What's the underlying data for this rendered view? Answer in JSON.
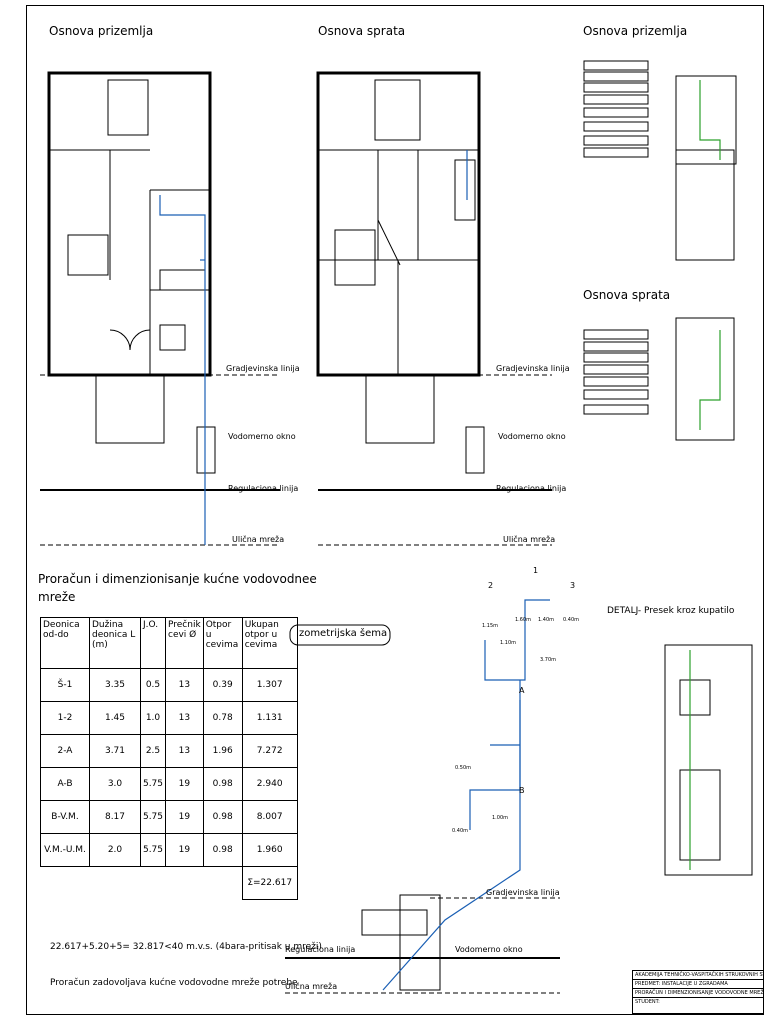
{
  "views": {
    "ground_floor_title": "Osnova prizemlja",
    "upper_floor_title": "Osnova sprata",
    "detail_ground_title": "Osnova prizemlja",
    "detail_upper_title": "Osnova sprata"
  },
  "site_lines": {
    "building_line": "Gradjevinska linija",
    "water_meter": "Vodomerno okno",
    "regulation_line": "Regulaciona linija",
    "street_network": "Ulična mreža"
  },
  "calculation": {
    "title_line1": "Proračun i dimenzionisanje kućne vodovodnee",
    "title_line2": "mreže",
    "headers": [
      "Deonica od-do",
      "Dužina deonica L (m)",
      "J.O.",
      "Prečnik cevi Ø",
      "Otpor u cevima",
      "Ukupan otpor u cevima"
    ],
    "rows": [
      [
        "Š-1",
        "3.35",
        "0.5",
        "13",
        "0.39",
        "1.307"
      ],
      [
        "1-2",
        "1.45",
        "1.0",
        "13",
        "0.78",
        "1.131"
      ],
      [
        "2-A",
        "3.71",
        "2.5",
        "13",
        "1.96",
        "7.272"
      ],
      [
        "A-B",
        "3.0",
        "5.75",
        "19",
        "0.98",
        "2.940"
      ],
      [
        "B-V.M.",
        "8.17",
        "5.75",
        "19",
        "0.98",
        "8.007"
      ],
      [
        "V.M.-U.M.",
        "2.0",
        "5.75",
        "19",
        "0.98",
        "1.960"
      ]
    ],
    "total": "Σ=22.617",
    "formula": "22.617+5.20+5= 32.817<40 m.v.s. (4bara-pritisak u mreži)",
    "conclusion": "Proračun zadovoljava kućne vodovodne mreže potrebe"
  },
  "isometric": {
    "title": "Izometrijska šema",
    "point_labels": [
      "1",
      "2",
      "3",
      "A",
      "B"
    ],
    "dimensions": [
      "1.60m",
      "1.40m",
      "0.40m",
      "1.15m",
      "1.10m",
      "3.70m",
      "0.50m",
      "1.00m",
      "0.40m"
    ]
  },
  "detail": {
    "title": "DETALJ- Presek kroz kupatilo"
  },
  "title_block": {
    "lines": [
      "AKADEMIJA TEHNIČKO-VASPITAČKIH STRUKOVNIH STUDIJA",
      "PREDMET: INSTALACIJE U ZGRADAMA",
      "PRORAČUN I DIMENZIONISANJE VODOVODNE MREŽE",
      "STUDENT:"
    ]
  },
  "colors": {
    "pipe": "#1a5fb4",
    "fixture_pipe": "#2ca02c",
    "lines": "#000000"
  }
}
